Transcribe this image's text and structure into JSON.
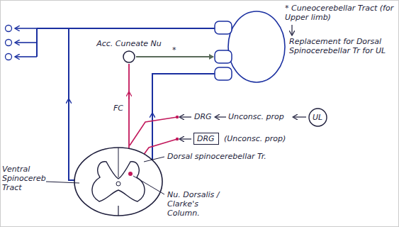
{
  "diagram": {
    "nodes": [
      {
        "text": [
          "Acc. Cuneate Nu"
        ]
      },
      {
        "text": [
          "UL"
        ]
      },
      {
        "text": [
          "DRG"
        ]
      }
    ],
    "labels": [
      "* Cuneocerebellar Tract (for Upper limb)",
      "Replacement for Dorsal Spinocerebellar Tr for UL",
      "*",
      "FC",
      "DRG",
      "Unconsc. prop",
      "(Unconsc. prop)",
      "Ventral Spinocereb Tract",
      "Dorsal spinocerebellar Tr.",
      "Nu. Dorsalis / Clarke's Column."
    ]
  }
}
